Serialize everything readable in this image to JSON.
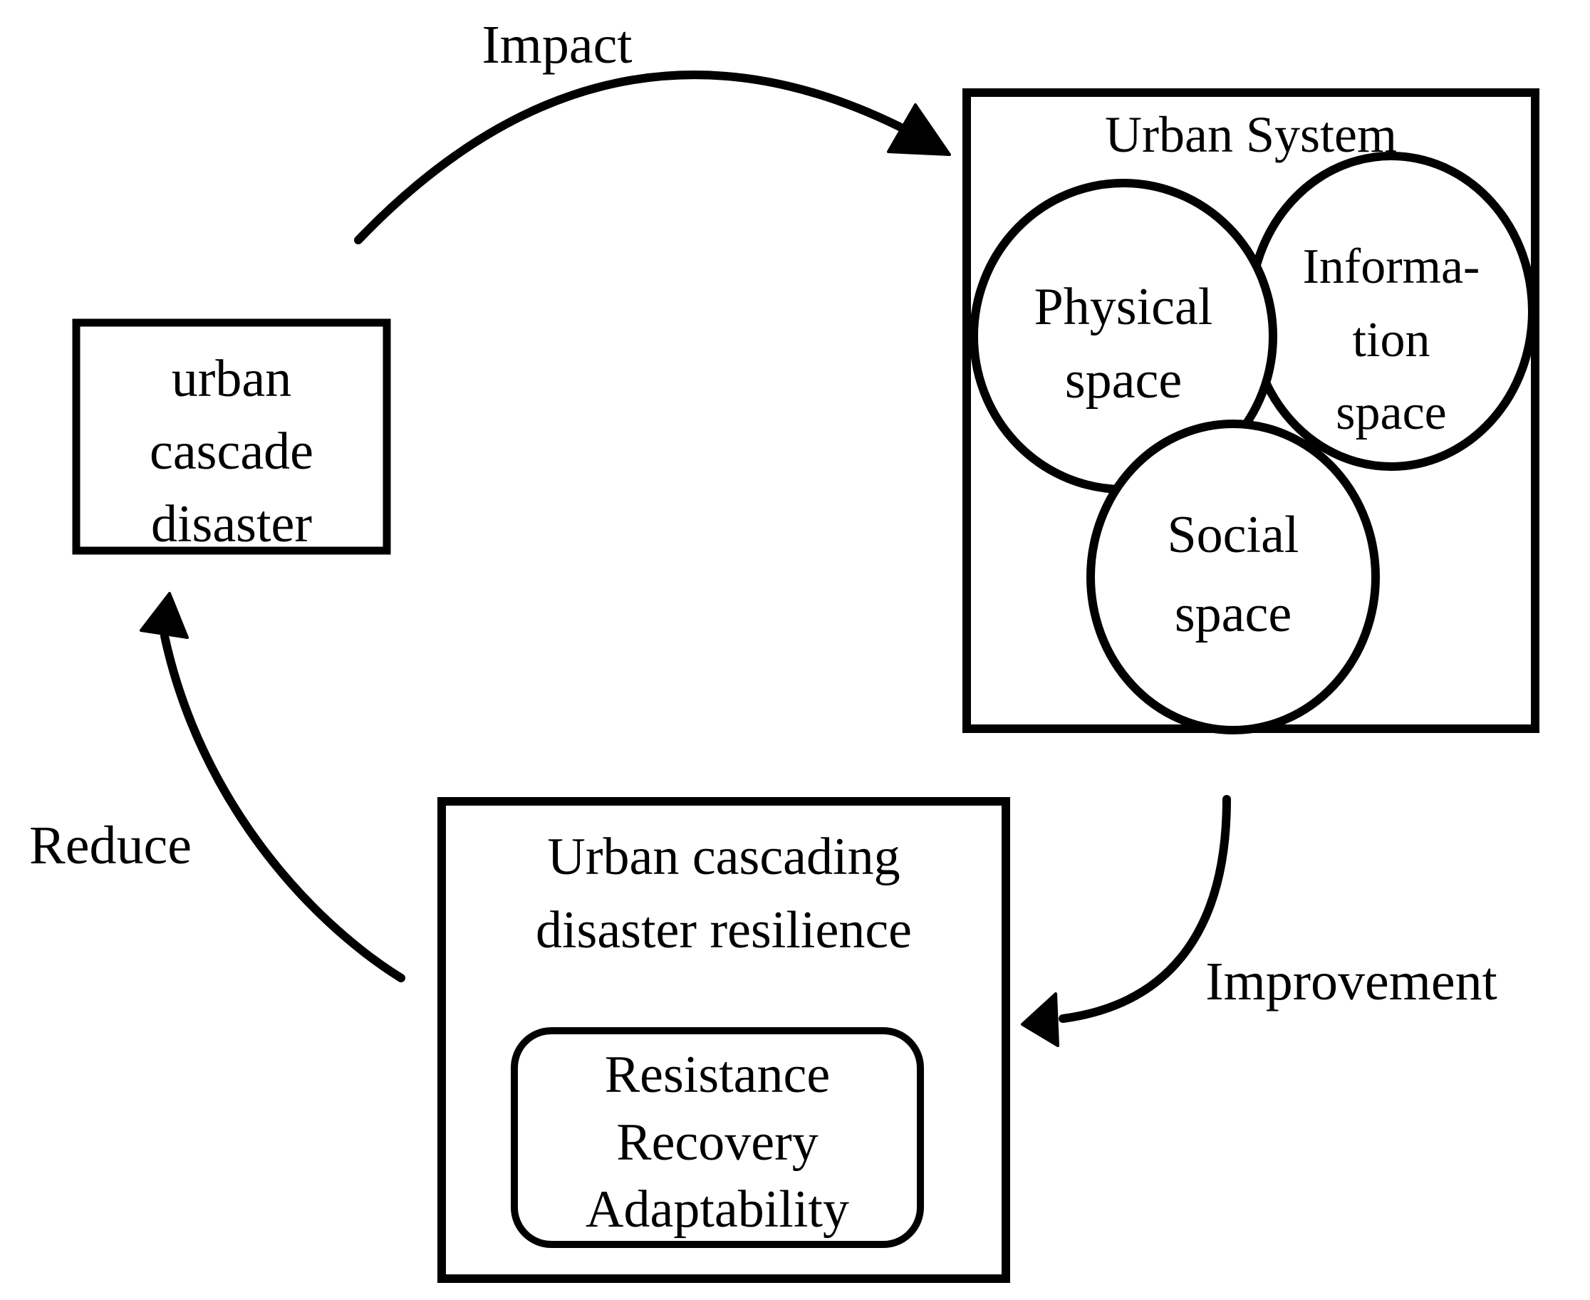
{
  "diagram": {
    "colors": {
      "line": "#000000",
      "background": "#ffffff"
    },
    "arrows": {
      "impact": {
        "label": "Impact"
      },
      "improvement": {
        "label": "Improvement"
      },
      "reduce": {
        "label": "Reduce"
      }
    },
    "nodes": {
      "disaster_box": {
        "lines": [
          "urban",
          "cascade",
          "disaster"
        ]
      },
      "urban_system": {
        "title": "Urban System",
        "circles": {
          "physical": {
            "lines": [
              "Physical",
              "space"
            ]
          },
          "information": {
            "lines": [
              "Informa-",
              "tion",
              "space"
            ]
          },
          "social": {
            "lines": [
              "Social",
              "space"
            ]
          }
        }
      },
      "resilience_box": {
        "lines": [
          "Urban cascading",
          "disaster resilience"
        ],
        "inner_box": {
          "lines": [
            "Resistance",
            "Recovery",
            "Adaptability"
          ]
        }
      }
    }
  }
}
